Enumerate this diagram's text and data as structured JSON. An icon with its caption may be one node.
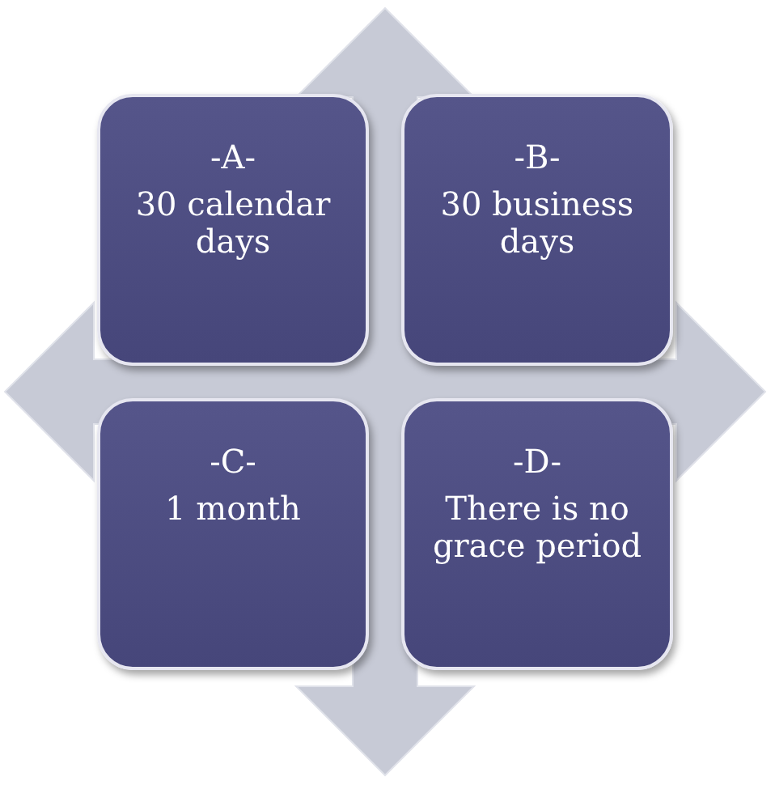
{
  "diagram": {
    "nodes": [
      {
        "text": [
          "-A-",
          "30 calendar days"
        ]
      },
      {
        "text": [
          "-B-",
          "30 business days"
        ]
      },
      {
        "text": [
          "-C-",
          "1 month"
        ]
      },
      {
        "text": [
          "-D-",
          "There is no grace period"
        ]
      }
    ]
  }
}
